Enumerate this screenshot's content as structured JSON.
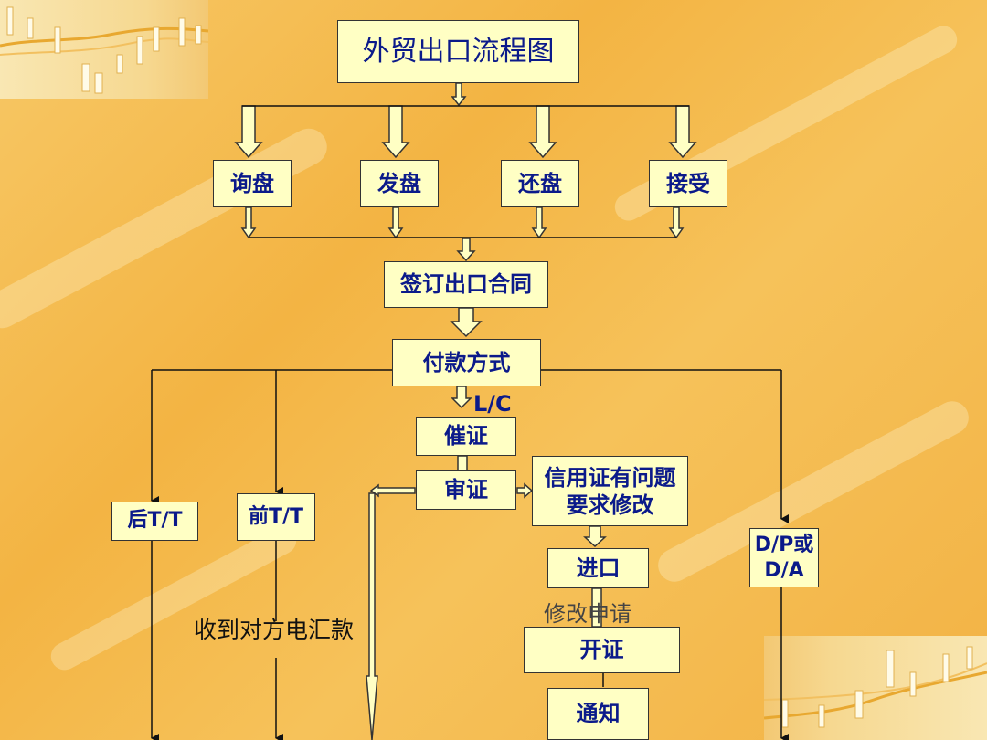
{
  "title": "外贸出口流程图",
  "negotiation_steps": [
    "询盘",
    "发盘",
    "还盘",
    "接受"
  ],
  "contract": "签订出口合同",
  "payment_method": "付款方式",
  "lc_label": "L/C",
  "urge_lc": "催证",
  "review_lc": "审证",
  "lc_problem": "信用证有问题\n要求修改",
  "importer": "进口",
  "amend_request": "修改申请",
  "open_lc": "开证",
  "notify": "通知",
  "post_tt": "后T/T",
  "pre_tt": "前T/T",
  "dp_da": "D/P或\nD/A",
  "receive_remittance": "收到对方电汇款",
  "colors": {
    "box_fill": "#ffffc4",
    "box_text": "#0b1a8a",
    "background": "#f3b443"
  }
}
